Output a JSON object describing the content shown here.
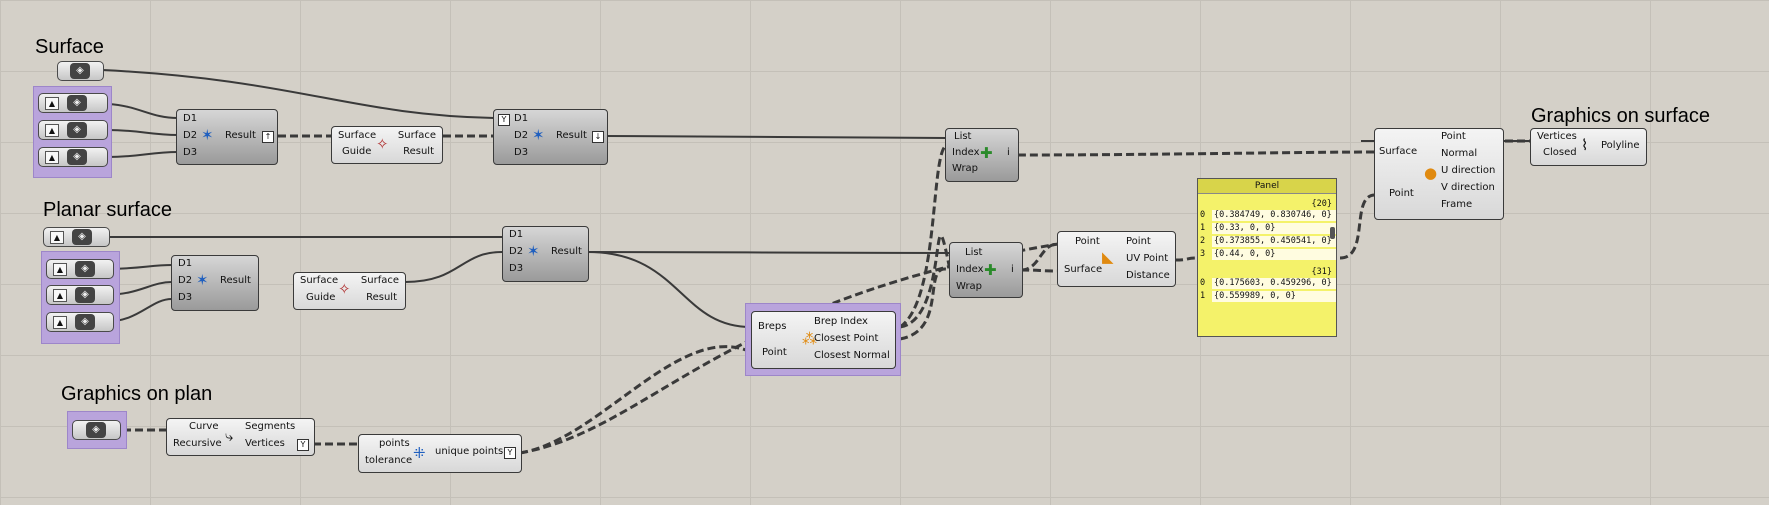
{
  "groups": {
    "surface": "Surface",
    "planar_surface": "Planar surface",
    "graphics_on_plan": "Graphics on plan",
    "graphics_on_surface": "Graphics on surface"
  },
  "components": {
    "merge_top": {
      "inputs": [
        "D1",
        "D2",
        "D3"
      ],
      "output": "Result"
    },
    "sweep_top": {
      "inputs": [
        "Surface",
        "Guide"
      ],
      "outputs": [
        "Surface",
        "Result"
      ]
    },
    "merge_top2": {
      "inputs": [
        "D1",
        "D2",
        "D3"
      ],
      "output": "Result"
    },
    "list_top": {
      "inputs": [
        "List",
        "Index",
        "Wrap"
      ],
      "output": "i"
    },
    "evaluate_surface": {
      "input1": "Surface",
      "input2": "Point",
      "outputs": [
        "Point",
        "Normal",
        "U direction",
        "V direction",
        "Frame"
      ]
    },
    "polyline": {
      "inputs": [
        "Vertices",
        "Closed"
      ],
      "output": "Polyline"
    },
    "merge_mid": {
      "inputs": [
        "D1",
        "D2",
        "D3"
      ],
      "output": "Result"
    },
    "sweep_mid": {
      "inputs": [
        "Surface",
        "Guide"
      ],
      "outputs": [
        "Surface",
        "Result"
      ]
    },
    "merge_mid2": {
      "inputs": [
        "D1",
        "D2",
        "D3"
      ],
      "output": "Result"
    },
    "list_mid": {
      "inputs": [
        "List",
        "Index",
        "Wrap"
      ],
      "output": "i"
    },
    "surface_cp": {
      "inputs": [
        "Point",
        "Surface"
      ],
      "outputs": [
        "Point",
        "UV Point",
        "Distance"
      ]
    },
    "brep_cp": {
      "inputs": [
        "Breps",
        "Point"
      ],
      "outputs": [
        "Brep Index",
        "Closest Point",
        "Closest Normal"
      ]
    },
    "explode": {
      "inputs": [
        "Curve",
        "Recursive"
      ],
      "outputs": [
        "Segments",
        "Vertices"
      ]
    },
    "cull": {
      "inputs": [
        "points",
        "tolerance"
      ],
      "output": "unique points"
    }
  },
  "panel": {
    "title": "Panel",
    "branches": [
      {
        "path": "{20}",
        "rows": [
          {
            "index": "0",
            "value": "{0.384749, 0.830746, 0}"
          },
          {
            "index": "1",
            "value": "{0.33, 0, 0}"
          },
          {
            "index": "2",
            "value": "{0.373855, 0.450541, 0}"
          },
          {
            "index": "3",
            "value": "{0.44, 0, 0}"
          }
        ]
      },
      {
        "path": "{31}",
        "rows": [
          {
            "index": "0",
            "value": "{0.175603, 0.459296, 0}"
          },
          {
            "index": "1",
            "value": "{0.559989, 0, 0}"
          }
        ]
      }
    ]
  },
  "colors": {
    "canvas": "#d4d0c8",
    "group": "#b9a4dc",
    "panel": "#f4f26a",
    "wire": "#3a3a3a"
  }
}
